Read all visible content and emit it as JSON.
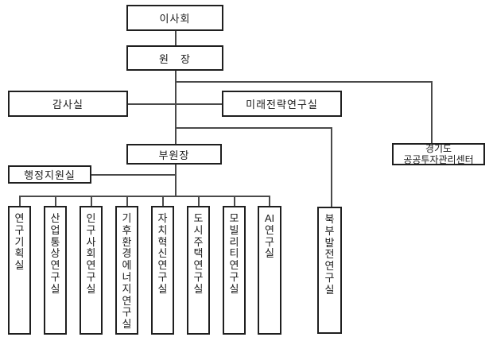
{
  "colors": {
    "background": "#ffffff",
    "box_border": "#1f1f1f",
    "connector": "#4a4a4a",
    "text": "#1a1a1a"
  },
  "org": {
    "board": "이사회",
    "president": "원　장",
    "audit": "감사실",
    "future_strategy": "미래전략연구실",
    "vice_president": "부원장",
    "admin_support": "행정지원실",
    "gyeonggi_center": "경기도\n공공투자관리센터",
    "departments": [
      "연구기획실",
      "산업통상연구실",
      "인구사회연구실",
      "기후환경에너지연구실",
      "자치혁신연구실",
      "도시주택연구실",
      "모빌리티연구실",
      "AI연구실",
      "북부발전연구실"
    ]
  }
}
